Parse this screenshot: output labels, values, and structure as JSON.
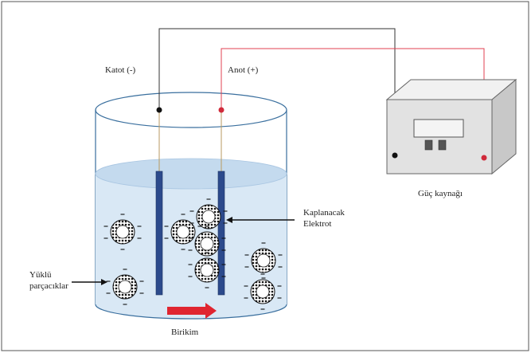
{
  "labels": {
    "cathode": "Katot (-)",
    "anode": "Anot (+)",
    "power_supply": "Güç kaynağı",
    "coated_electrode_line1": "Kaplanacak",
    "coated_electrode_line2": "Elektrot",
    "charged_particles_line1": "Yüklü",
    "charged_particles_line2": "parçacıklar",
    "deposition": "Birikim"
  },
  "colors": {
    "frame": "#555555",
    "cathode_wire": "#333333",
    "anode_wire": "#e04050",
    "liquid": "#d9e8f5",
    "liquid_surface": "#c4daee",
    "electrode": "#2c4a8c",
    "box_front": "#e2e2e2",
    "box_top": "#f1f1f1",
    "box_side": "#c8c8c8",
    "deposition_arrow": "#e02530"
  }
}
